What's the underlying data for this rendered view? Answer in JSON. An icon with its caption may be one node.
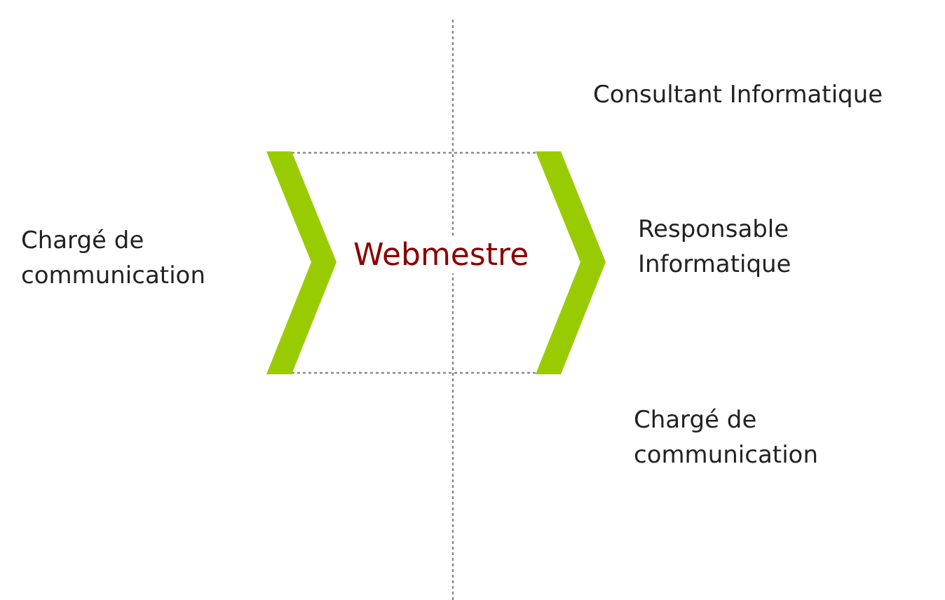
{
  "diagram": {
    "nodes": [
      {
        "text": [
          "Chargé de communication"
        ]
      },
      {
        "text": [
          "Webmestre"
        ]
      },
      {
        "text": [
          "Consultant Informatique"
        ]
      },
      {
        "text": [
          "Responsable Informatique"
        ]
      },
      {
        "text": [
          "Chargé de communication"
        ]
      }
    ]
  }
}
